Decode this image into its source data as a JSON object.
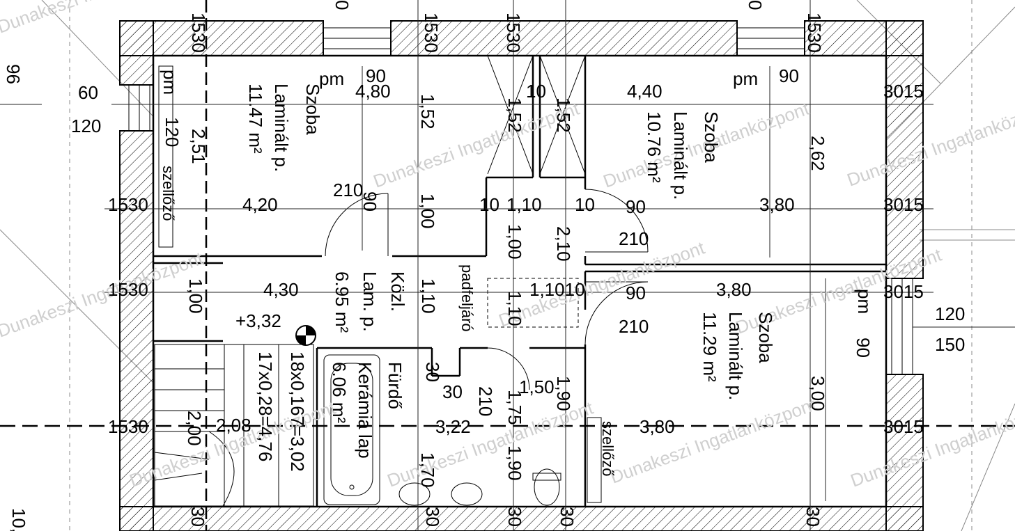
{
  "watermark": "Dunakeszi Ingatlanközpont",
  "rooms": {
    "room_nw": {
      "name": "Szoba",
      "floor": "Laminált p.",
      "area": "11.47 m²"
    },
    "room_ne": {
      "name": "Szoba",
      "floor": "Laminált p.",
      "area": "10.76 m²"
    },
    "room_se": {
      "name": "Szoba",
      "floor": "Laminált p.",
      "area": "11.29 m²"
    },
    "hall": {
      "name": "Közl.",
      "floor": "Lam. p.",
      "area": "6.95 m²"
    },
    "bath": {
      "name": "Fürdő",
      "floor": "Kerámia lap",
      "area": "6.06 m²"
    }
  },
  "labels": {
    "vent": "szellőző",
    "attic": "padfeljáró",
    "level": "+3,32",
    "stair": "18x0,167=3,02",
    "stair2": "17x0,28=4,76",
    "pm": "pm"
  },
  "dims": {
    "d1530": "1530",
    "d3015": "3015",
    "d96": "96",
    "d60": "60",
    "d120": "120",
    "d150": "150",
    "d90": "90",
    "d480": "4,80",
    "d440": "4,40",
    "d10": "10",
    "d152": "1,52",
    "d251": "2,51",
    "d262": "2,62",
    "d420": "4,20",
    "d210": "210",
    "d100": "1,00",
    "d110": "1,10",
    "d380": "3,80",
    "d430": "4,30",
    "d111": "1,1010",
    "d30": "30",
    "d150b": "1,50",
    "d190": "1,90",
    "d175": "1,75",
    "d300": "3,00",
    "d200": "2,00",
    "d208": "2,08",
    "d322": "3,22",
    "d170": "1,70",
    "d210b": "2,10",
    "d10b": "10,",
    "d0": "0",
    "d30b": "30"
  },
  "colors": {
    "line": "#000000",
    "watermark": "#cfcfcf"
  }
}
